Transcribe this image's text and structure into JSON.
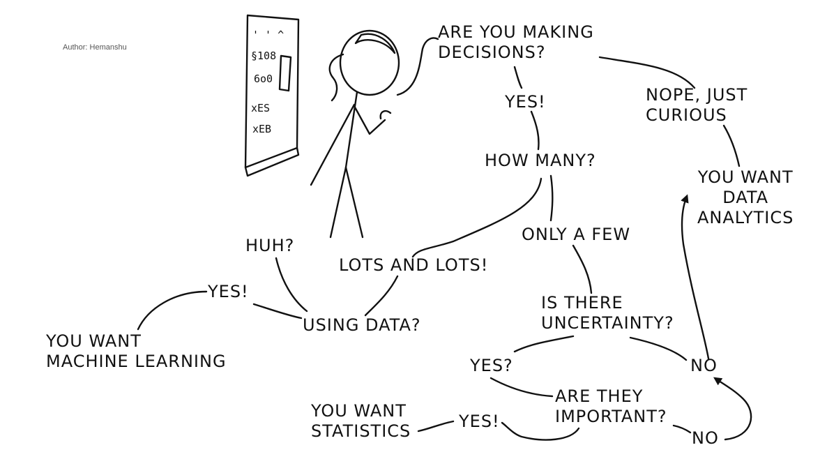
{
  "author": "Author: Hemanshu",
  "board": {
    "lines": [
      "' ' ^",
      "§108",
      "6o0",
      "xES",
      "xEB"
    ]
  },
  "nodes": {
    "making_decisions": [
      "ARE YOU MAKING",
      "DECISIONS?"
    ],
    "yes1": "YES!",
    "nope": [
      "NOPE, JUST",
      "CURIOUS"
    ],
    "how_many": "HOW MANY?",
    "data_analytics": [
      "YOU WANT",
      "DATA",
      "ANALYTICS"
    ],
    "only_a_few": "ONLY A FEW",
    "huh": "HUH?",
    "lots": "LOTS AND LOTS!",
    "yes_ml": "YES!",
    "using_data": "USING DATA?",
    "machine_learning": [
      "YOU WANT",
      "MACHINE LEARNING"
    ],
    "uncertainty": [
      "IS THERE",
      "UNCERTAINTY?"
    ],
    "no1": "NO",
    "yes_q": "YES?",
    "important": [
      "ARE THEY",
      "IMPORTANT?"
    ],
    "statistics": [
      "YOU WANT",
      "STATISTICS"
    ],
    "yes_stats": "YES!",
    "no2": "NO"
  }
}
